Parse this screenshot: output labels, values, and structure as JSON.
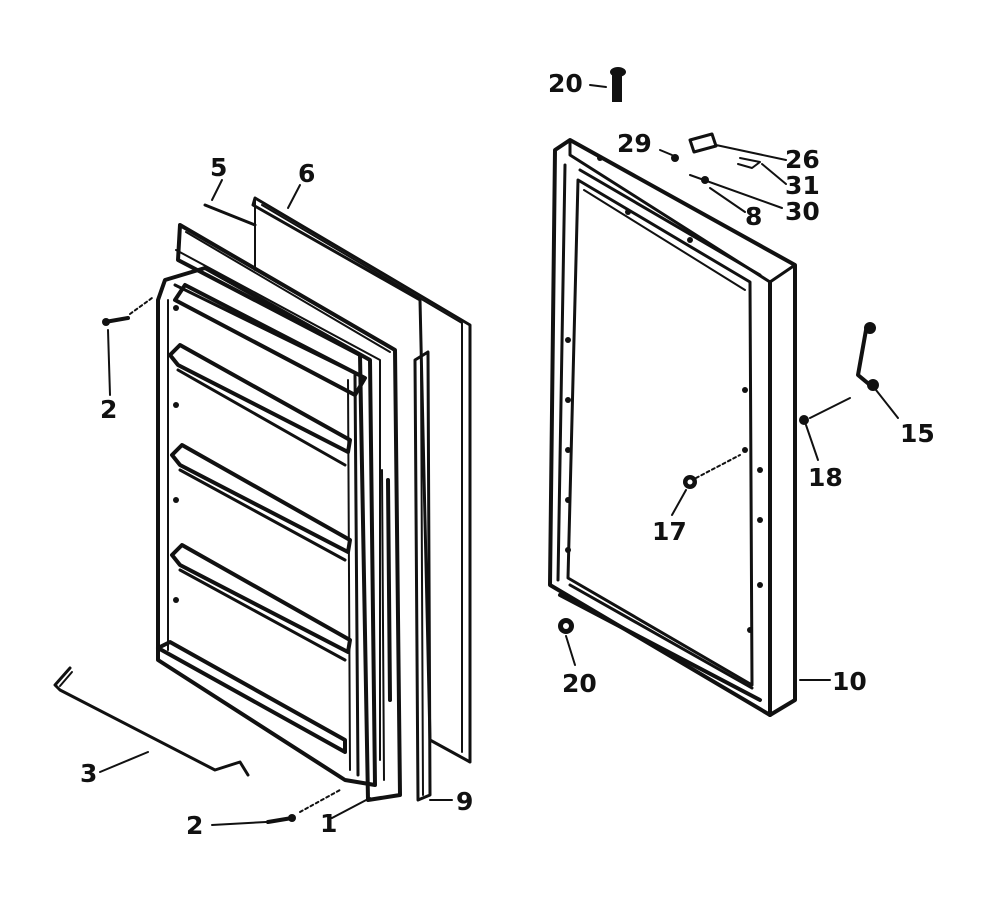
{
  "callouts": {
    "c1": "1",
    "c2a": "2",
    "c2b": "2",
    "c3": "3",
    "c5": "5",
    "c6": "6",
    "c8": "8",
    "c9": "9",
    "c10": "10",
    "c15": "15",
    "c17": "17",
    "c18": "18",
    "c20a": "20",
    "c20b": "20",
    "c26": "26",
    "c29": "29",
    "c30": "30",
    "c31": "31"
  },
  "colors": {
    "ink": "#111111",
    "paper": "#ffffff"
  }
}
